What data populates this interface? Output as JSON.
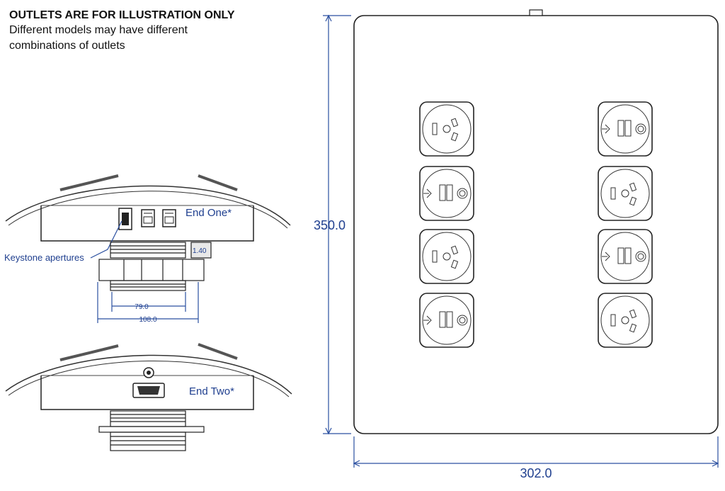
{
  "note": {
    "title": "OUTLETS ARE FOR ILLUSTRATION ONLY",
    "line1": "Different models may have different",
    "line2": "combinations of outlets"
  },
  "end_one": {
    "label": "End One*",
    "callout": "Keystone apertures",
    "dim_inner": "79.0",
    "dim_outer": "108.0",
    "dim_small": "1.40"
  },
  "end_two": {
    "label": "End Two*"
  },
  "front_view": {
    "height_dim": "350.0",
    "width_dim": "302.0",
    "left_column": [
      "power",
      "usb",
      "power",
      "usb"
    ],
    "right_column": [
      "usb",
      "power",
      "usb",
      "power"
    ]
  },
  "colors": {
    "dimension": "#2a4fa0",
    "outline": "#222222"
  }
}
